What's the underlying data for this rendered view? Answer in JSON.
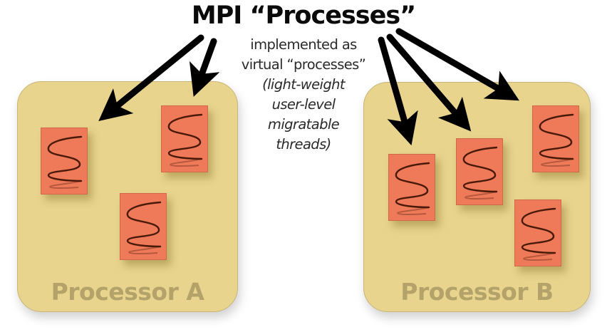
{
  "title": "MPI “Processes”",
  "subtitle": {
    "line1": "implemented as",
    "line2": "virtual “processes”",
    "line3": "(light-weight",
    "line4": "user-level",
    "line5": "migratable",
    "line6": "threads)"
  },
  "processors": [
    {
      "label": "Processor A",
      "thread_count": 3
    },
    {
      "label": "Processor B",
      "thread_count": 4
    }
  ],
  "thread_icon": "spring-coil-icon",
  "colors": {
    "processor_fill": "#e8d48c",
    "processor_label": "#b3a36a",
    "thread_fill": "#ee7a59",
    "thread_coil": "#4a1a08",
    "arrow": "#000000",
    "title": "#0a0a0a"
  }
}
